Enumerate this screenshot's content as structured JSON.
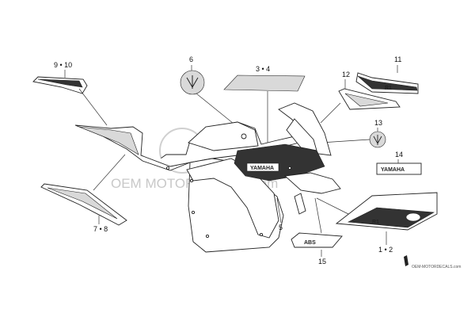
{
  "callouts": {
    "c1": "1 • 2",
    "c3": "3 • 4",
    "c5": "5",
    "c6": "6",
    "c7": "7 • 8",
    "c9": "9 • 10",
    "c11": "11",
    "c12": "12",
    "c13": "13",
    "c14": "14",
    "c15": "15"
  },
  "decals": {
    "yamaha_wordmark": "YAMAHA",
    "fairing_wordmark": "YAMAHA",
    "abs_text": "ABS",
    "r1_text": "R1"
  },
  "watermark": {
    "main": "OEM MOTORDECALS.com",
    "small": "OEM-MOTORDECALS.com"
  },
  "colors": {
    "line": "#222222",
    "watermark": "#c8c8c8"
  }
}
